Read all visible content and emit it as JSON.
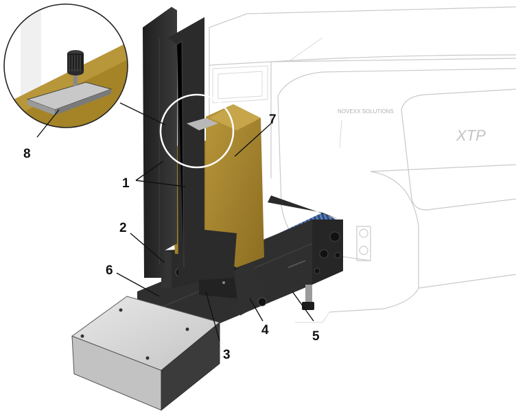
{
  "figure": {
    "printer_brand_label": "NOVEXX SOLUTIONS",
    "printer_model_label": "XTP",
    "callouts": [
      {
        "number": "1",
        "target": "stack guide plates"
      },
      {
        "number": "2",
        "target": "clamp knob"
      },
      {
        "number": "3",
        "target": "guide carriage"
      },
      {
        "number": "4",
        "target": "side stop"
      },
      {
        "number": "5",
        "target": "leveling foot"
      },
      {
        "number": "6",
        "target": "conveyor belt"
      },
      {
        "number": "7",
        "target": "label stack"
      },
      {
        "number": "8",
        "target": "stop plate with knurled screw"
      }
    ]
  },
  "colors": {
    "plate_dark": "#2a2a2a",
    "label_stack": "#a8862e",
    "printer_outline": "#c9c9c9",
    "conveyor_blue": "#3d5f95",
    "cover_box": "#d6d6d6"
  }
}
